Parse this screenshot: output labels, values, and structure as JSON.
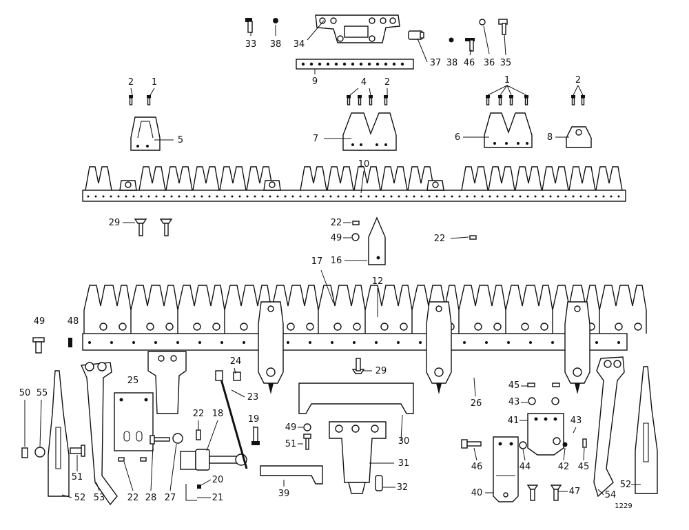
{
  "callouts": {
    "c1": "33",
    "c2": "38",
    "c3": "34",
    "c4": "37",
    "c5": "38",
    "c6": "46",
    "c7": "36",
    "c8": "35",
    "c9": "9",
    "c10": "2",
    "c11": "1",
    "c12": "4",
    "c13": "2",
    "c14": "1",
    "c15": "2",
    "c16": "5",
    "c17": "7",
    "c18": "6",
    "c19": "8",
    "c20": "10",
    "c21": "29",
    "c22": "22",
    "c23": "49",
    "c24": "16",
    "c25": "22",
    "c26": "17",
    "c27": "12",
    "c28": "49",
    "c29": "48",
    "c30": "24",
    "c31": "29",
    "c32": "25",
    "c33": "23",
    "c34": "26",
    "c35": "45",
    "c36": "43",
    "c37": "41",
    "c38": "43",
    "c39": "50",
    "c40": "55",
    "c41": "22",
    "c42": "18",
    "c43": "19",
    "c44": "49",
    "c45": "51",
    "c46": "30",
    "c47": "51",
    "c48": "31",
    "c49": "20",
    "c50": "21",
    "c51": "39",
    "c52": "32",
    "c53": "46",
    "c54": "44",
    "c55": "42",
    "c56": "45",
    "c57": "52",
    "c58": "53",
    "c59": "22",
    "c60": "28",
    "c61": "27",
    "c62": "40",
    "c63": "47",
    "c64": "54",
    "c65": "52"
  },
  "drawing_code": "1229"
}
